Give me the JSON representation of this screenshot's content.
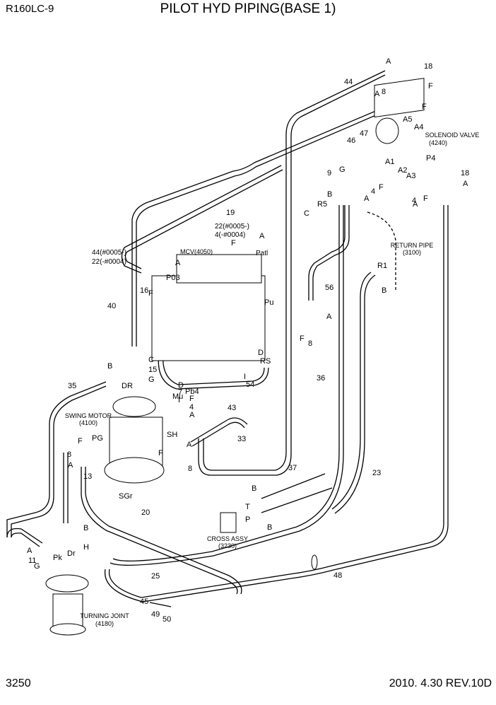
{
  "header": {
    "model": "R160LC-9",
    "title": "PILOT HYD PIPING(BASE 1)"
  },
  "footer": {
    "page": "3250",
    "revision": "2010. 4.30  REV.10D"
  },
  "components": {
    "solenoid_valve": "SOLENOID VALVE",
    "solenoid_valve_no": "(4240)",
    "mcv": "MCV(4050)",
    "return_pipe": "RETURN PIPE",
    "return_pipe_no": "(3100)",
    "swing_motor": "SWING MOTOR",
    "swing_motor_no": "(4100)",
    "cross_assy": "CROSS ASSY",
    "cross_assy_no": "(3230)",
    "turning_joint": "TURNING JOINT",
    "turning_joint_no": "(4180)"
  },
  "callouts": [
    "A",
    "18",
    "44",
    "8",
    "A",
    "F",
    "A5",
    "A4",
    "47",
    "46",
    "F",
    "P4",
    "18",
    "G",
    "9",
    "A1",
    "A2",
    "A3",
    "A",
    "B",
    "4",
    "F",
    "A",
    "R5",
    "C",
    "4",
    "F",
    "A",
    "19",
    "22(#0005-)",
    "4(-#0004)",
    "A",
    "F",
    "Patl",
    "44(#0005-)",
    "22(-#0004)",
    "A",
    "P03",
    "16",
    "F",
    "R1",
    "B",
    "56",
    "40",
    "Pu",
    "A",
    "F",
    "8",
    "D",
    "B",
    "C",
    "15",
    "G",
    "RS",
    "I",
    "54",
    "36",
    "35",
    "DR",
    "D",
    "7",
    "I",
    "Mu",
    "F",
    "4",
    "A",
    "Pb4",
    "43",
    "SH",
    "PG",
    "F",
    "8",
    "A",
    "F",
    "A",
    "8",
    "33",
    "13",
    "B",
    "H",
    "37",
    "23",
    "B",
    "T",
    "P",
    "B",
    "SGr",
    "20",
    "A",
    "11",
    "Pk",
    "G",
    "Dr",
    "25",
    "48",
    "45",
    "49",
    "50"
  ]
}
